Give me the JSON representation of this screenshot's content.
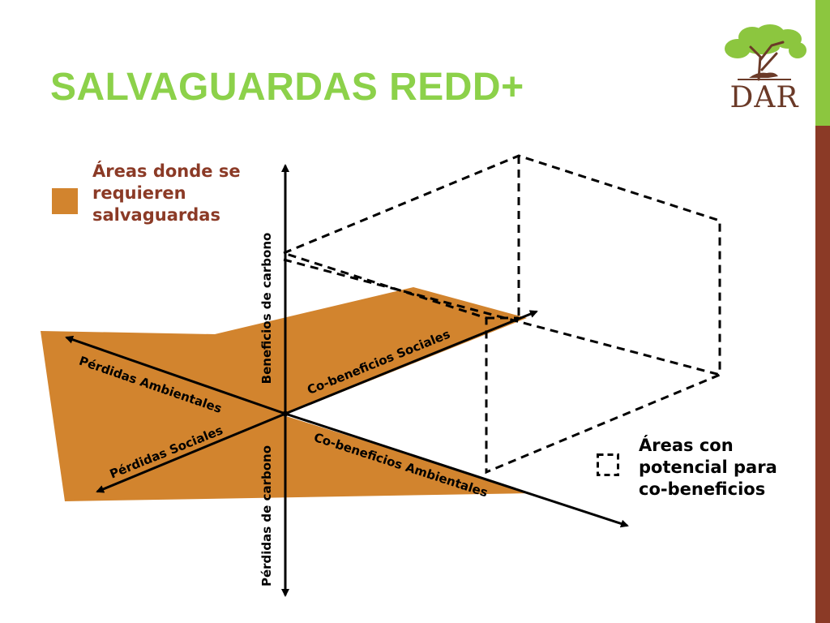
{
  "slide": {
    "title": "SALVAGUARDAS REDD+"
  },
  "logo": {
    "text": "DAR"
  },
  "legend": {
    "safeguard_areas": {
      "label": "Áreas donde se requieren salvaguardas",
      "color": "#d2842e"
    },
    "cobenefit_areas": {
      "label": "Áreas con potencial para co-beneficios"
    }
  },
  "axes": {
    "carbon_benefits": "Beneficios de carbono",
    "carbon_losses": "Pérdidas de carbono",
    "social_cobenefits": "Co-beneficios Sociales",
    "environmental_cobenefits": "Co-beneficios Ambientales",
    "environmental_losses": "Pérdidas Ambientales",
    "social_losses": "Pérdidas Sociales"
  },
  "colors": {
    "title": "#8cd14a",
    "accent_green": "#8cc63f",
    "accent_brown": "#8b3a26",
    "safeguard_fill": "#d2842e",
    "logo_text": "#6b3a28"
  }
}
